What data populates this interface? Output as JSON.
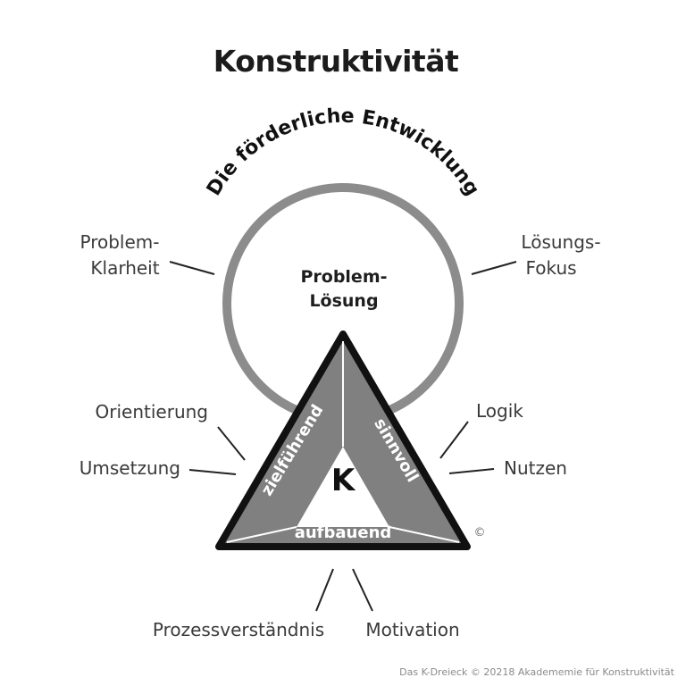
{
  "title": "Konstruktivität",
  "circle": {
    "arc_text": "Die förderliche Entwicklung",
    "center_line1": "Problem-",
    "center_line2": "Lösung"
  },
  "triangle": {
    "center": "K",
    "left_side": "zielführend",
    "right_side": "sinnvoll",
    "bottom_side": "aufbauend",
    "copyright_mark": "©"
  },
  "labels": {
    "problem_klarheit_1": "Problem-",
    "problem_klarheit_2": "Klarheit",
    "loesungs_fokus_1": "Lösungs-",
    "loesungs_fokus_2": "Fokus",
    "orientierung": "Orientierung",
    "umsetzung": "Umsetzung",
    "logik": "Logik",
    "nutzen": "Nutzen",
    "prozessverstaendnis": "Prozessverständnis",
    "motivation": "Motivation"
  },
  "footer": "Das K-Dreieck © 20218 Akadememie für Konstruktivität",
  "colors": {
    "ring": "#8c8c8c",
    "triangle_fill": "#808080",
    "triangle_outline": "#111111",
    "inner_triangle": "#ffffff"
  }
}
